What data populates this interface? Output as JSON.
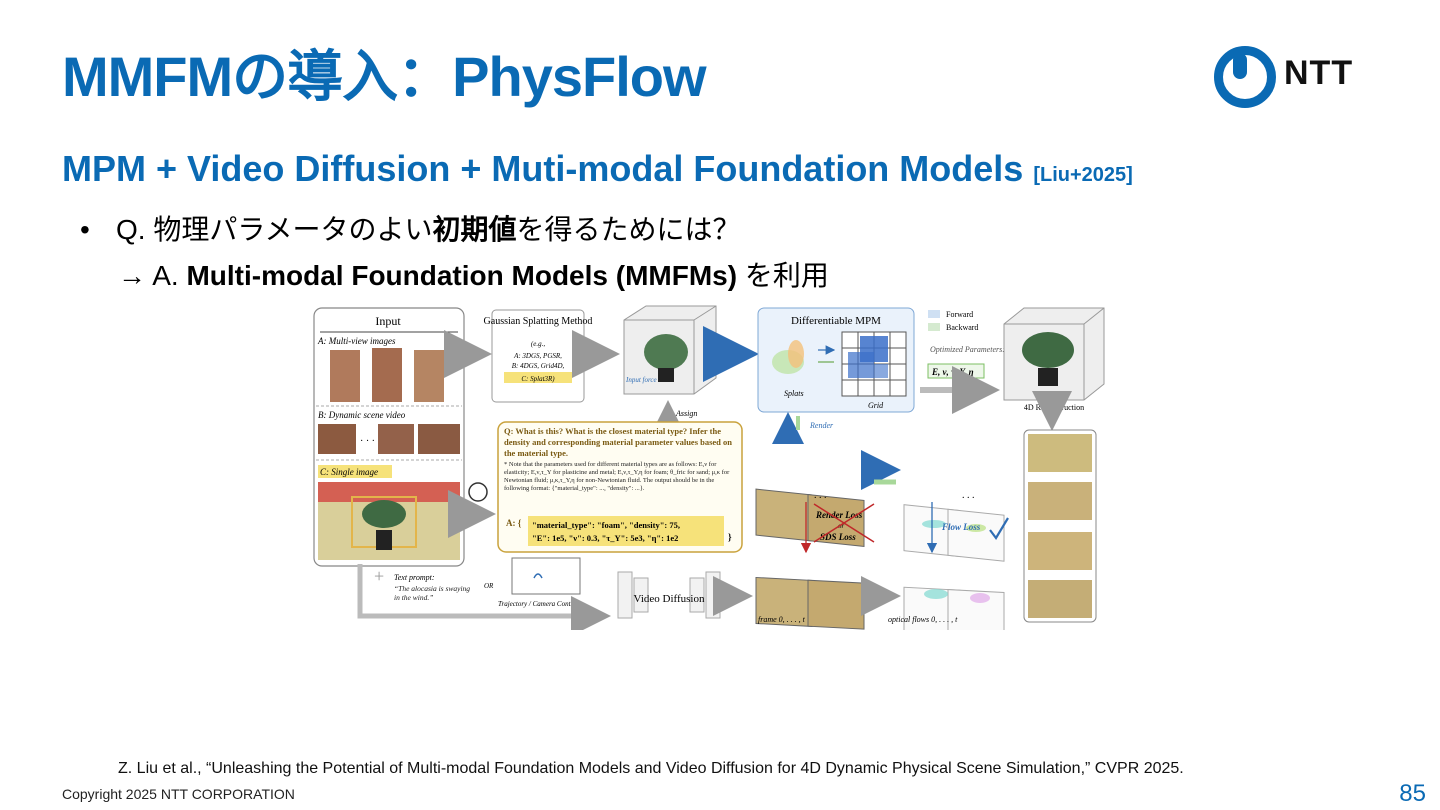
{
  "slide": {
    "title": "MMFMの導入：PhysFlow",
    "logo_text": "NTT",
    "subtitle": "MPM + Video Diffusion + Muti-modal Foundation Models",
    "subtitle_ref": "[Liu+2025]",
    "bullet_pre": "Q. 物理パラメータのよい",
    "bullet_bold": "初期値",
    "bullet_post": "を得るためには？",
    "answer_pre": "→ A. ",
    "answer_bold": "Multi-modal Foundation Models (MMFMs)",
    "answer_post": " を利用",
    "citation": "Z. Liu et al., “Unleashing the Potential of Multi-modal Foundation Models and Video Diffusion for 4D Dynamic Physical Scene Simulation,” CVPR 2025.",
    "copyright": "Copyright 2025 NTT CORPORATION",
    "page_number": "85"
  },
  "figure": {
    "input_title": "Input",
    "input_a": "A: Multi-view images",
    "input_b": "B: Dynamic scene video",
    "input_c": "C: Single image",
    "gs_title": "Gaussian Splatting Method",
    "gs_eg": "(e.g.,",
    "gs_a": "A: 3DGS, PGSR,",
    "gs_b": "B: 4DGS, Grid4D,",
    "gs_c": "C: Splat3R)",
    "input_force": "Input force",
    "assign": "Assign",
    "mpm_title": "Differentiable MPM",
    "splats": "Splats",
    "grid": "Grid",
    "legend_forward": "Forward",
    "legend_backward": "Backward",
    "optimized": "Optimized Parameters:",
    "params": "E, ν, τ_Y, η",
    "recon": "4D Reconstruction",
    "render": "Render",
    "q1": "Q: What is this? What is the closest material type? Infer the density and corresponding material parameter values based on the material type.",
    "q_note": "* Note that the parameters used for different material types are as follows: E,ν for elasticity; E,ν,τ_Y for plasticine and metal; E,ν,τ_Y,η for foam; θ_fric for sand; μ,κ for Newtonian fluid; μ,κ,τ_Y,η for non-Newtonian fluid. The output should be in the following format: {\"material_type\": ..., \"density\": ...}.",
    "answer_label": "A: {",
    "answer_1": "\"material_type\": \"foam\", \"density\": 75,",
    "answer_2": "\"E\": 1e5, \"ν\": 0.3, \"τ_Y\": 5e3, \"η\": 1e2",
    "answer_close": "}",
    "render_loss": "Render Loss",
    "or_small": "or",
    "sds_loss": "SDS Loss",
    "flow_loss": "Flow Loss",
    "text_prompt": "Text prompt:",
    "prompt_text": "“The alocasia is swaying in the wind.”",
    "or": "OR",
    "trajectory": "Trajectory / Camera Control",
    "video_diffusion": "Video Diffusion",
    "frame_label": "frame 0,     . . . ,     t",
    "flow_label": "optical flows 0,     . . . ,     t",
    "colors": {
      "accent": "#0a6ab4",
      "gold": "#c9a23c",
      "highlight": "#f6e27a",
      "forward": "#cfe0f3",
      "backward": "#d5ead0"
    }
  }
}
